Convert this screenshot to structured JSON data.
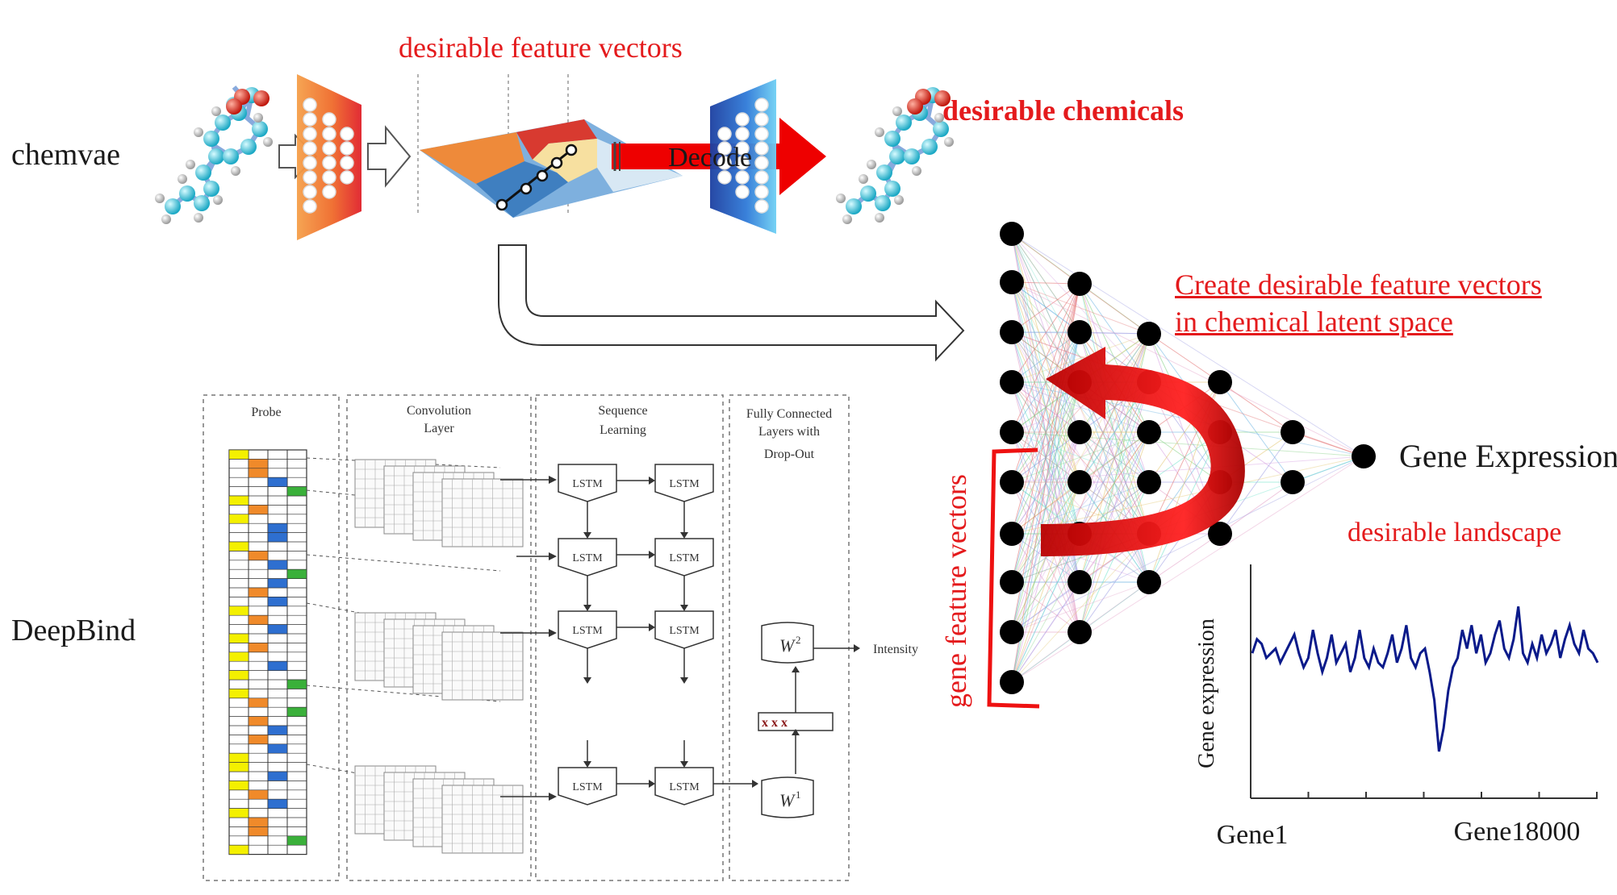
{
  "labels": {
    "chemvae": "chemvae",
    "deepbind": "DeepBind",
    "desirable_feature_vectors": "desirable feature vectors",
    "desirable_chemicals": "desirable chemicals",
    "decode": "Decode",
    "create_line1": "Create desirable feature vectors",
    "create_line2": "in chemical latent space",
    "gene_expression": "Gene Expression",
    "gene_feature_vectors": "gene feature vectors",
    "desirable_landscape": "desirable landscape"
  },
  "deepbind": {
    "probe": "Probe",
    "conv_line1": "Convolution",
    "conv_line2": "Layer",
    "seq_line1": "Sequence",
    "seq_line2": "Learning",
    "fc_line1": "Fully Connected",
    "fc_line2": "Layers with",
    "fc_line3": "Drop-Out",
    "lstm": "LSTM",
    "w2": "W",
    "w2_sup": "2",
    "w1": "W",
    "w1_sup": "1",
    "intensity": "Intensity",
    "dropout_marks": "x   x x"
  },
  "chart_data": {
    "type": "line",
    "ylabel": "Gene expression",
    "x_tick_labels": [
      "Gene1",
      "Gene18000"
    ],
    "series": [
      {
        "values": [
          0.62,
          0.68,
          0.66,
          0.6,
          0.62,
          0.64,
          0.58,
          0.62,
          0.66,
          0.7,
          0.62,
          0.56,
          0.6,
          0.72,
          0.62,
          0.54,
          0.6,
          0.7,
          0.58,
          0.62,
          0.66,
          0.54,
          0.6,
          0.72,
          0.6,
          0.56,
          0.64,
          0.58,
          0.56,
          0.62,
          0.7,
          0.58,
          0.64,
          0.74,
          0.6,
          0.56,
          0.62,
          0.64,
          0.54,
          0.42,
          0.2,
          0.3,
          0.46,
          0.56,
          0.6,
          0.72,
          0.64,
          0.74,
          0.62,
          0.7,
          0.58,
          0.62,
          0.7,
          0.76,
          0.64,
          0.6,
          0.68,
          0.82,
          0.62,
          0.58,
          0.66,
          0.6,
          0.7,
          0.62,
          0.66,
          0.72,
          0.6,
          0.68,
          0.74,
          0.66,
          0.62,
          0.72,
          0.64,
          0.62,
          0.58
        ],
        "color": "#0a1a8a"
      }
    ],
    "ylim": [
      0,
      1
    ],
    "grid": false
  },
  "colors": {
    "red": "#e41a1c",
    "navy": "#0a1a8a"
  }
}
